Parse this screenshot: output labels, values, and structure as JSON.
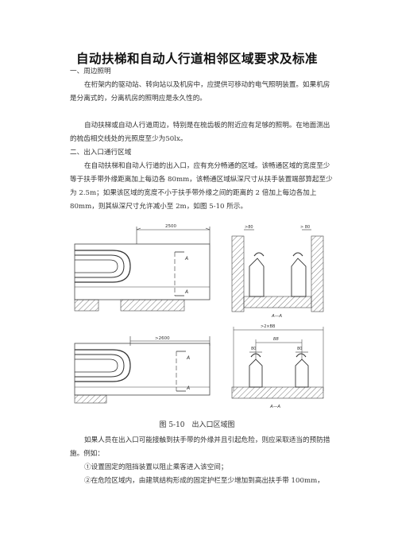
{
  "title": "自动扶梯和自动人行道相邻区域要求及标准",
  "sec1_heading": "一、周边照明",
  "sec1_p1": "在桁架内的驱动站、转向站以及机房中，应提供可移动的电气照明装置。如果机房是分离式的，分离机房的照明应是永久性的。",
  "sec1_p2": "自动扶梯或自动人行道周边，特别是在梳齿板的附近应有足够的照明。在地面测出的梳齿相交线处的光照度至少为50lx。",
  "sec2_heading": "二、出入口通行区域",
  "sec2_p1": "在自动扶梯和自动人行道的出入口，应有充分畅通的区域。该畅通区域的宽度至少等于扶手带外缘距离加上每边各 80mm，该畅通区域纵深尺寸从扶手装置端部算起至少为 2.5m；如果该区域的宽度不小于扶手带外缘之间的距离的 2 倍加上每边各加上 80mm，则其纵深尺寸允许减小至 2m，如图 5-10 所示。",
  "figure": {
    "caption": "图 5-10　出入口区域图",
    "dim_top_left": "2500",
    "dim_bottom_left": ">2600",
    "label_a1": "A",
    "label_a2": "A",
    "label_a3": "A",
    "label_a4": "A",
    "dim_80_left_top": ">80",
    "dim_80_right_top": "> 80",
    "section_top": "A—A",
    "dim_2bb": ">2×BB",
    "dim_bb": "BB",
    "dim_80_a": "80",
    "dim_80_b": "80",
    "section_bottom": "A—A"
  },
  "sec3_p1": "如果人员在出入口可能接触到扶手带的外缘并且引起危险，则应采取适当的预防措施。例如：",
  "item1": "①设置固定的阻挡装置以阻止乘客进入该空间；",
  "item2": "②在危险区域内，由建筑结构形成的固定护栏至少增加到高出扶手带 100mm，"
}
